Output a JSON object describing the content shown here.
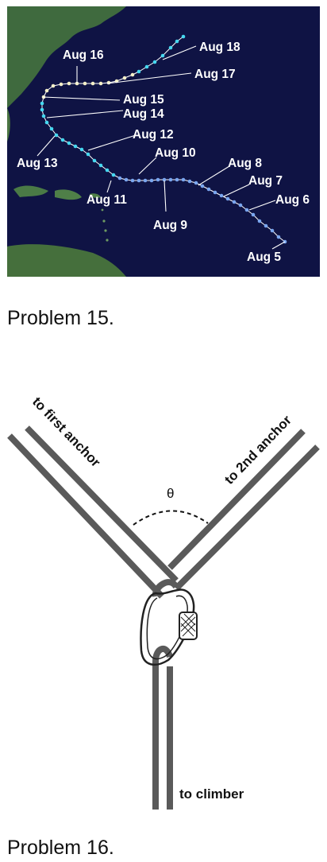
{
  "problem15": {
    "caption": "Problem 15.",
    "labels": {
      "aug5": "Aug 5",
      "aug6": "Aug 6",
      "aug7": "Aug 7",
      "aug8": "Aug 8",
      "aug9": "Aug 9",
      "aug10": "Aug 10",
      "aug11": "Aug 11",
      "aug12": "Aug 12",
      "aug13": "Aug 13",
      "aug14": "Aug 14",
      "aug15": "Aug 15",
      "aug16": "Aug 16",
      "aug17": "Aug 17",
      "aug18": "Aug 18"
    },
    "colors": {
      "ocean": "#0f1344",
      "land": "#3c6b3a",
      "track": "#ffffff",
      "point_early": "#7aa6f0",
      "point_mid": "#45d8f0",
      "point_late": "#f5f0c8"
    }
  },
  "problem16": {
    "caption": "Problem 16.",
    "label_first_anchor": "to first anchor",
    "label_second_anchor": "to 2nd anchor",
    "label_climber": "to climber",
    "angle_symbol": "θ",
    "colors": {
      "rope": "#5a5a5a",
      "carabiner": "#222222"
    }
  }
}
